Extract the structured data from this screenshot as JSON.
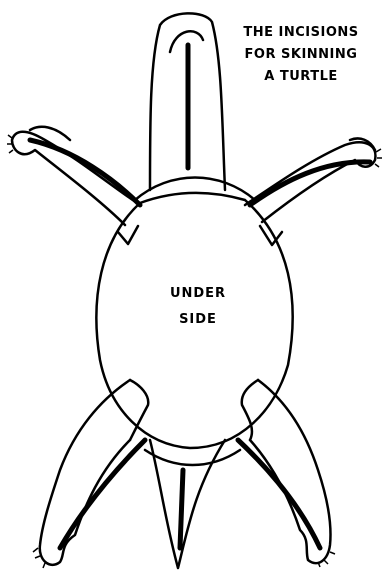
{
  "title_lines": [
    "THE INCISIONS",
    "FOR SKINNING",
    "A TURTLE"
  ],
  "body_label_lines": [
    "UNDER",
    "SIDE"
  ],
  "colors": {
    "ink": "#000000",
    "paper": "#ffffff"
  }
}
